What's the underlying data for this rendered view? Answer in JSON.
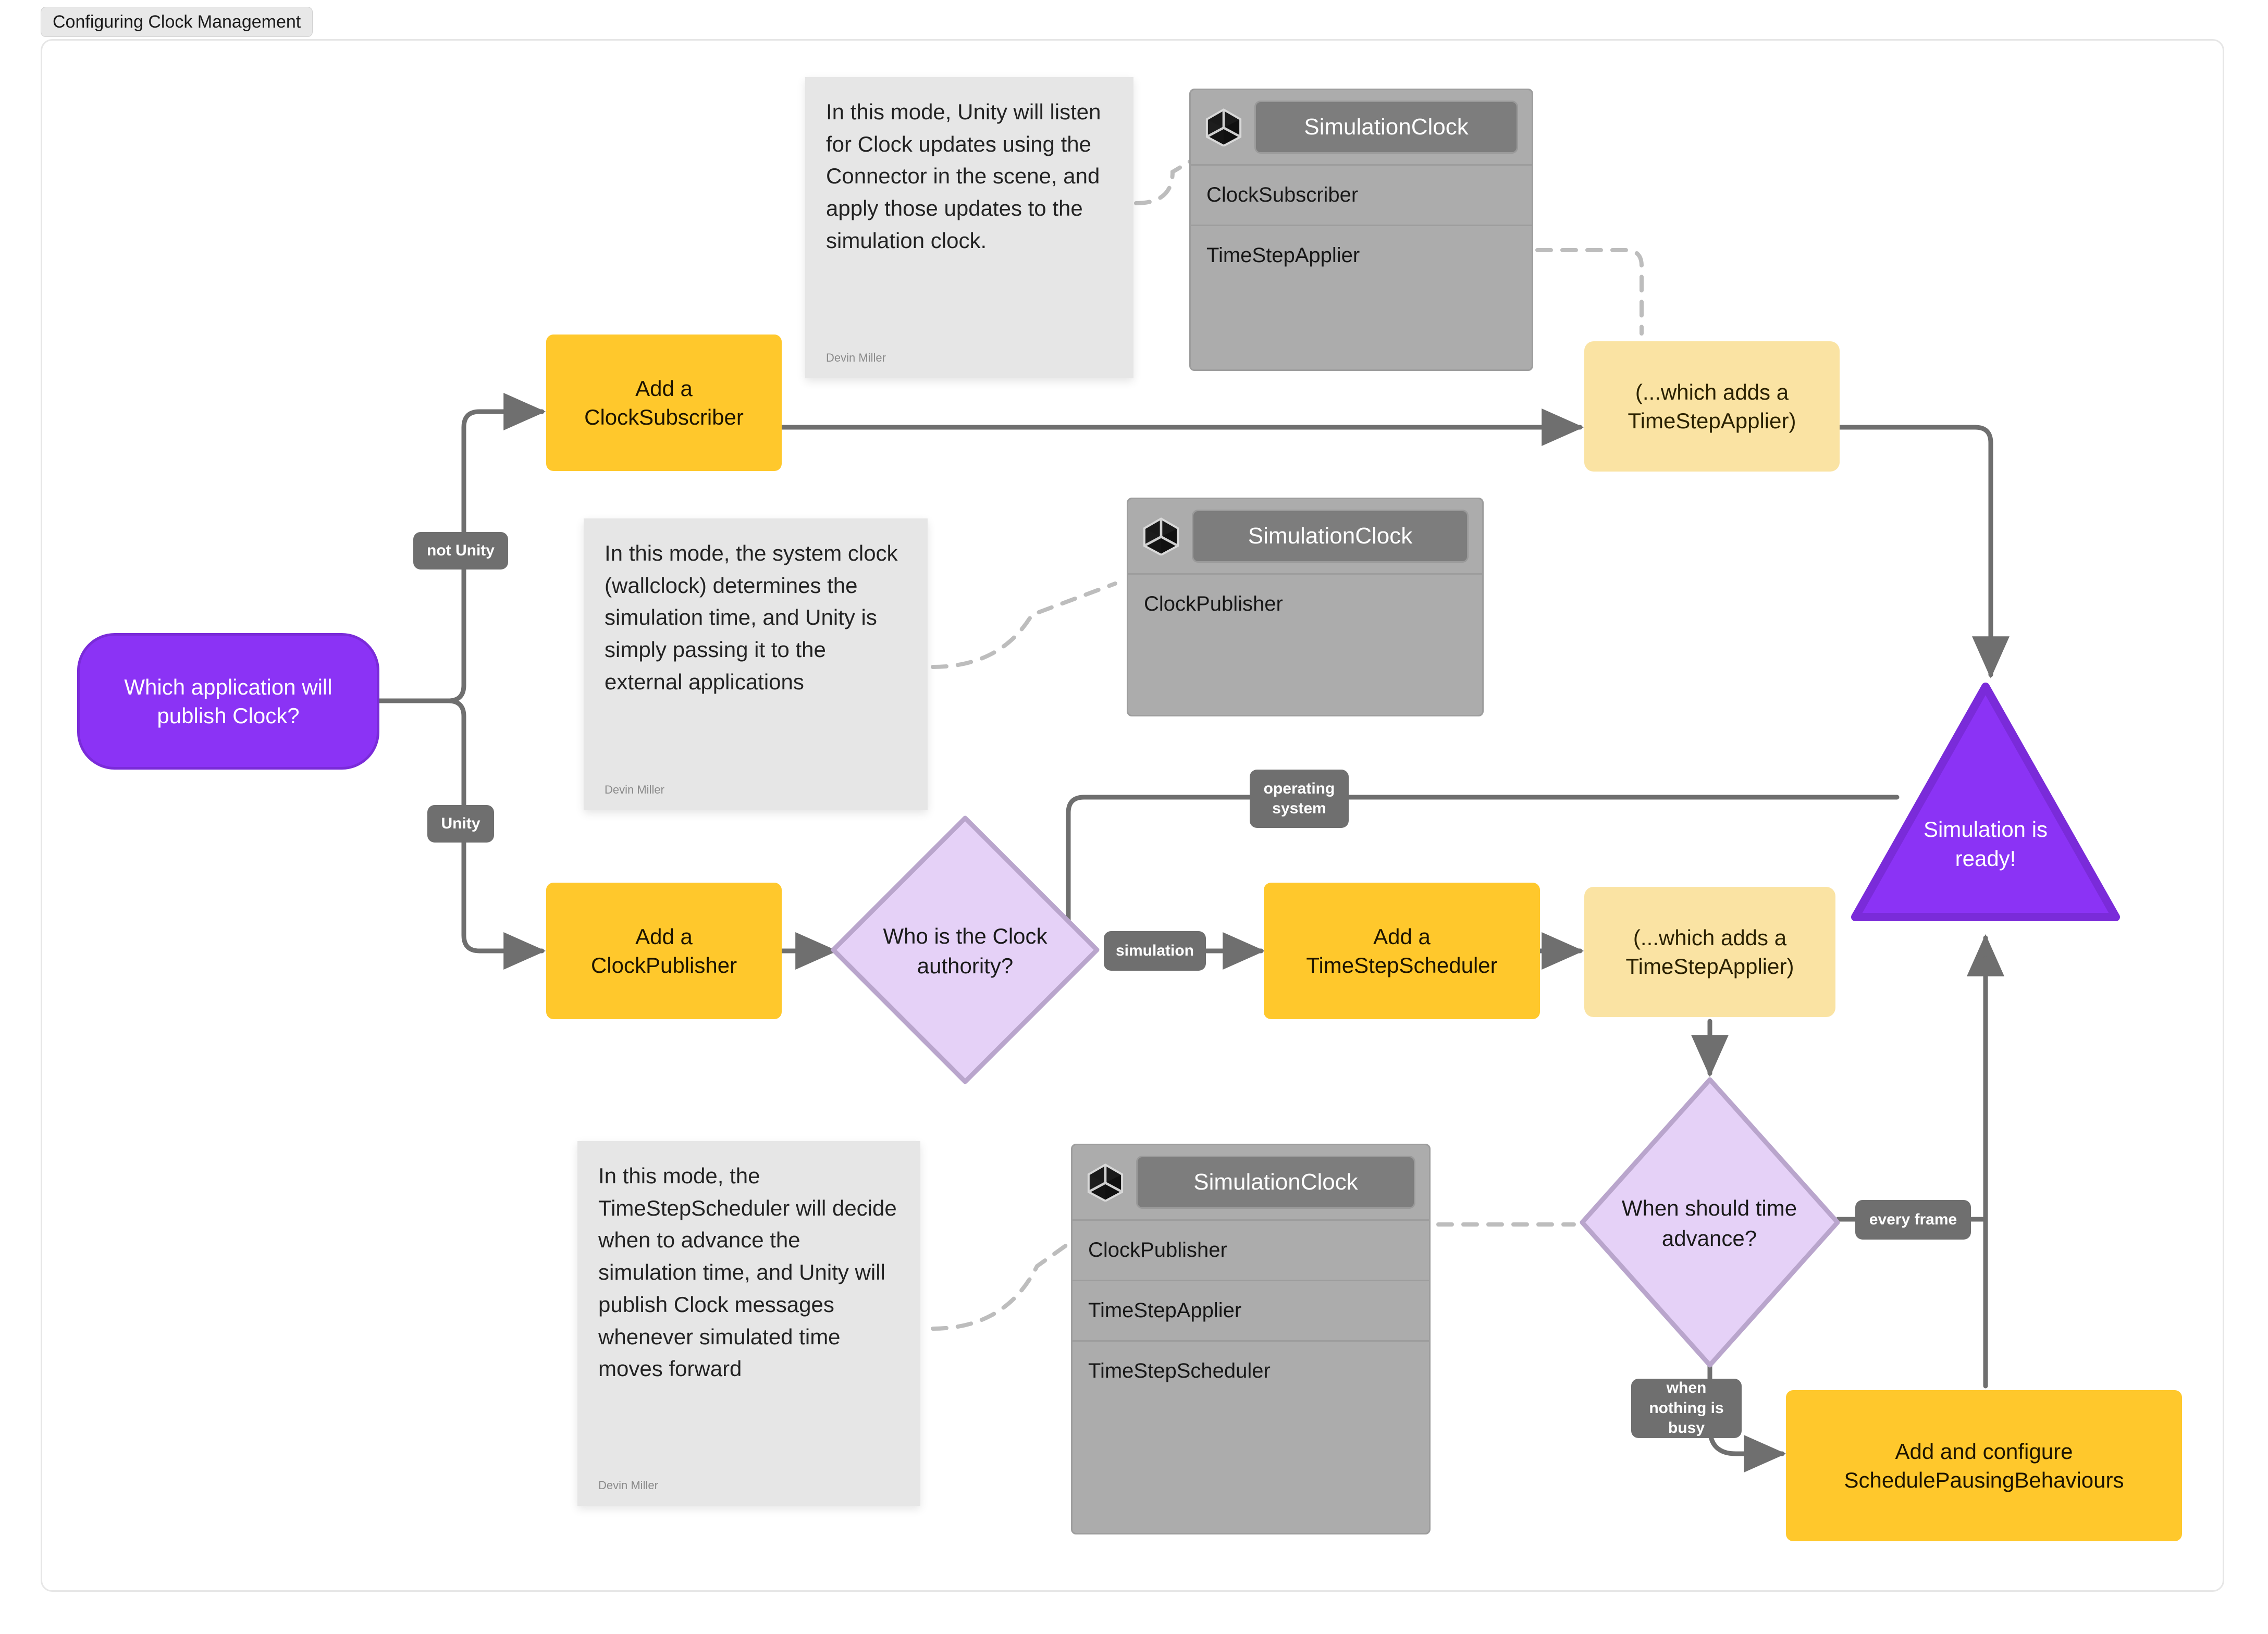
{
  "frame": {
    "title": "Configuring Clock Management"
  },
  "colors": {
    "start_fill": "#8B33F5",
    "start_stroke": "#7A2BD9",
    "action_fill": "#FFC82C",
    "soft_fill": "#FAE3A3",
    "decision_fill": "#E5D1F7",
    "decision_stroke": "#B9A5CC",
    "chip_fill": "#6F6F6F",
    "edge_stroke": "#6F6F6F",
    "card_fill": "#ACACAC",
    "card_header_chip": "#7D7D7D",
    "sticky_fill": "#E6E6E6"
  },
  "nodes": {
    "start": {
      "label": "Which application will publish Clock?",
      "shape": "rounded-rect"
    },
    "add_clock_subscriber": {
      "label": "Add a ClockSubscriber",
      "shape": "rect"
    },
    "adds_applier_top": {
      "label": "(...which adds a TimeStepApplier)",
      "shape": "rect"
    },
    "add_clock_publisher": {
      "label": "Add a ClockPublisher",
      "shape": "rect"
    },
    "clock_authority": {
      "label": "Who is the Clock authority?",
      "shape": "diamond"
    },
    "add_timestep_scheduler": {
      "label": "Add a TimeStepScheduler",
      "shape": "rect"
    },
    "adds_applier_bottom": {
      "label": "(...which adds a TimeStepApplier)",
      "shape": "rect"
    },
    "time_advance": {
      "label": "When should time advance?",
      "shape": "diamond"
    },
    "schedule_pausing": {
      "label": "Add and configure SchedulePausingBehaviours",
      "shape": "rect"
    },
    "simulation_ready": {
      "label": "Simulation is ready!",
      "shape": "triangle"
    }
  },
  "edge_labels": {
    "not_unity": "not Unity",
    "unity": "Unity",
    "operating_system": "operating system",
    "simulation": "simulation",
    "every_frame": "every frame",
    "when_nothing_is_busy": "when nothing is busy"
  },
  "sticky_notes": [
    {
      "text": "In this mode, Unity will listen for Clock updates using the Connector in the scene, and apply those updates to the simulation clock.",
      "author": "Devin Miller"
    },
    {
      "text": "In this mode, the system clock (wallclock) determines the simulation time, and Unity is simply passing it to the external applications",
      "author": "Devin Miller"
    },
    {
      "text": "In this mode, the TimeStepScheduler will decide when to advance the simulation time, and Unity will publish Clock messages whenever simulated time moves forward",
      "author": "Devin Miller"
    }
  ],
  "component_cards": [
    {
      "icon": "unity-cube-icon",
      "title": "SimulationClock",
      "rows": [
        "ClockSubscriber",
        "TimeStepApplier"
      ]
    },
    {
      "icon": "unity-cube-icon",
      "title": "SimulationClock",
      "rows": [
        "ClockPublisher"
      ]
    },
    {
      "icon": "unity-cube-icon",
      "title": "SimulationClock",
      "rows": [
        "ClockPublisher",
        "TimeStepApplier",
        "TimeStepScheduler"
      ]
    }
  ]
}
